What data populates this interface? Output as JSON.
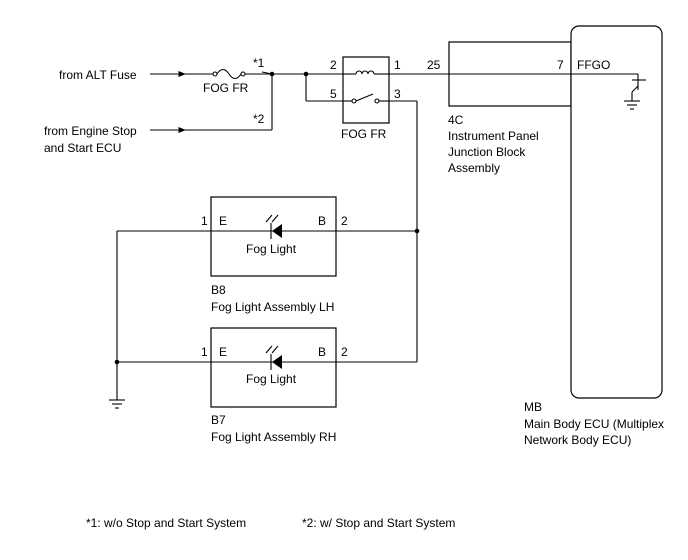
{
  "inputs": {
    "alt_fuse": "from ALT Fuse",
    "engine_stop_line1": "from Engine Stop",
    "engine_stop_line2": "and Start ECU"
  },
  "fuse": {
    "label": "FOG FR",
    "note1": "*1",
    "note2": "*2"
  },
  "relay": {
    "label": "FOG FR",
    "pin_2": "2",
    "pin_1": "1",
    "pin_5": "5",
    "pin_3": "3"
  },
  "junction_block": {
    "pin": "25",
    "code": "4C",
    "name_line1": "Instrument Panel",
    "name_line2": "Junction Block",
    "name_line3": "Assembly"
  },
  "ecu": {
    "pin": "7",
    "signal": "FFGO",
    "code": "MB",
    "name_line1": "Main Body ECU (Multiplex",
    "name_line2": "Network Body ECU)"
  },
  "fog_lh": {
    "code": "B8",
    "name": "Fog Light Assembly LH",
    "label": "Fog Light",
    "pin_e_num": "1",
    "pin_e": "E",
    "pin_b": "B",
    "pin_b_num": "2"
  },
  "fog_rh": {
    "code": "B7",
    "name": "Fog Light Assembly RH",
    "label": "Fog Light",
    "pin_e_num": "1",
    "pin_e": "E",
    "pin_b": "B",
    "pin_b_num": "2"
  },
  "footnotes": {
    "note1": "*1: w/o Stop and Start System",
    "note2": "*2: w/ Stop and Start System"
  }
}
